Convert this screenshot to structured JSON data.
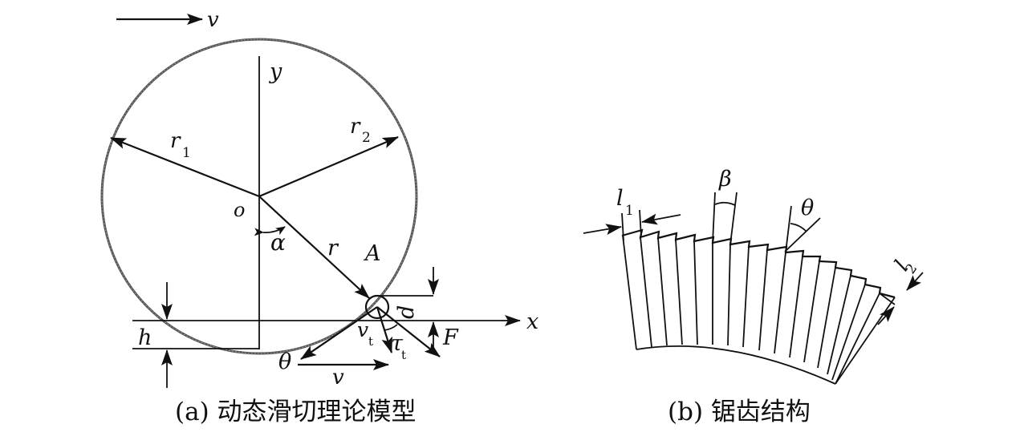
{
  "panel_a": {
    "caption": "(a) 动态滑切理论模型",
    "labels": {
      "v_top": "v",
      "y": "y",
      "x": "x",
      "o": "o",
      "r1": "r",
      "r1_sub": "1",
      "r2": "r",
      "r2_sub": "2",
      "alpha": "α",
      "r": "r",
      "A": "A",
      "d": "d",
      "h": "h",
      "F": "F",
      "theta": "θ",
      "vt": "v",
      "vt_sub": "t",
      "tau": "τ",
      "tau_sub": "t",
      "v_bottom": "v"
    }
  },
  "panel_b": {
    "caption": "(b) 锯齿结构",
    "labels": {
      "l1": "l",
      "l1_sub": "1",
      "beta": "β",
      "theta": "θ",
      "l2": "l",
      "l2_sub": "2"
    }
  }
}
